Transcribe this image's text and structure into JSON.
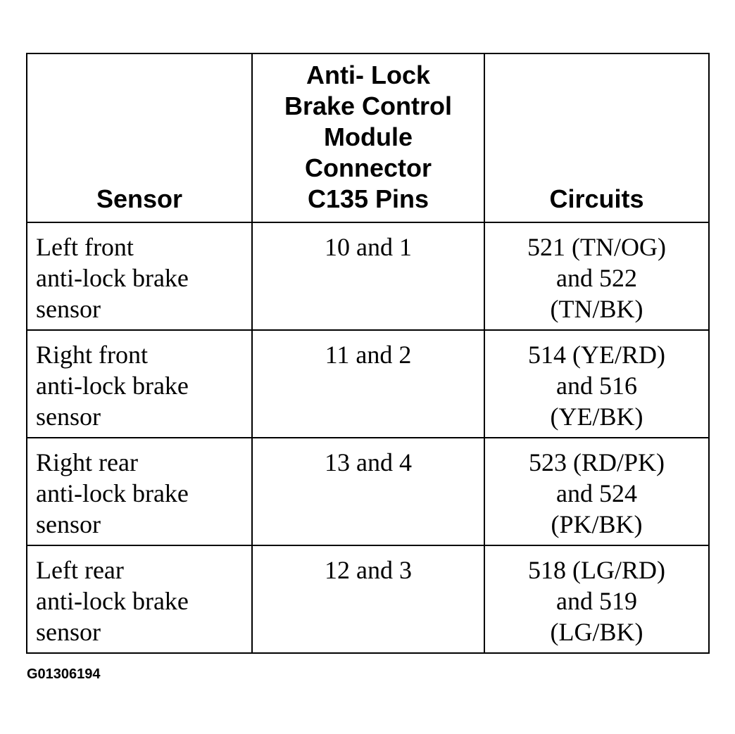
{
  "table": {
    "headers": {
      "sensor": [
        "Sensor"
      ],
      "pins": [
        "Anti- Lock",
        "Brake Control",
        "Module",
        "Connector",
        "C135 Pins"
      ],
      "circuits": [
        "Circuits"
      ]
    },
    "rows": [
      {
        "sensor": [
          "Left front",
          "anti-lock brake",
          "sensor"
        ],
        "pins": [
          "10 and 1"
        ],
        "circuits": [
          "521 (TN/OG)",
          "and 522",
          "(TN/BK)"
        ]
      },
      {
        "sensor": [
          "Right front",
          "anti-lock brake",
          "sensor"
        ],
        "pins": [
          "11 and 2"
        ],
        "circuits": [
          "514 (YE/RD)",
          "and 516",
          "(YE/BK)"
        ]
      },
      {
        "sensor": [
          "Right rear",
          "anti-lock brake",
          "sensor"
        ],
        "pins": [
          "13 and 4"
        ],
        "circuits": [
          "523 (RD/PK)",
          "and 524",
          "(PK/BK)"
        ]
      },
      {
        "sensor": [
          "Left rear",
          "anti-lock brake",
          "sensor"
        ],
        "pins": [
          "12 and 3"
        ],
        "circuits": [
          "518 (LG/RD)",
          "and 519",
          "(LG/BK)"
        ]
      }
    ]
  },
  "figure_id": "G01306194"
}
